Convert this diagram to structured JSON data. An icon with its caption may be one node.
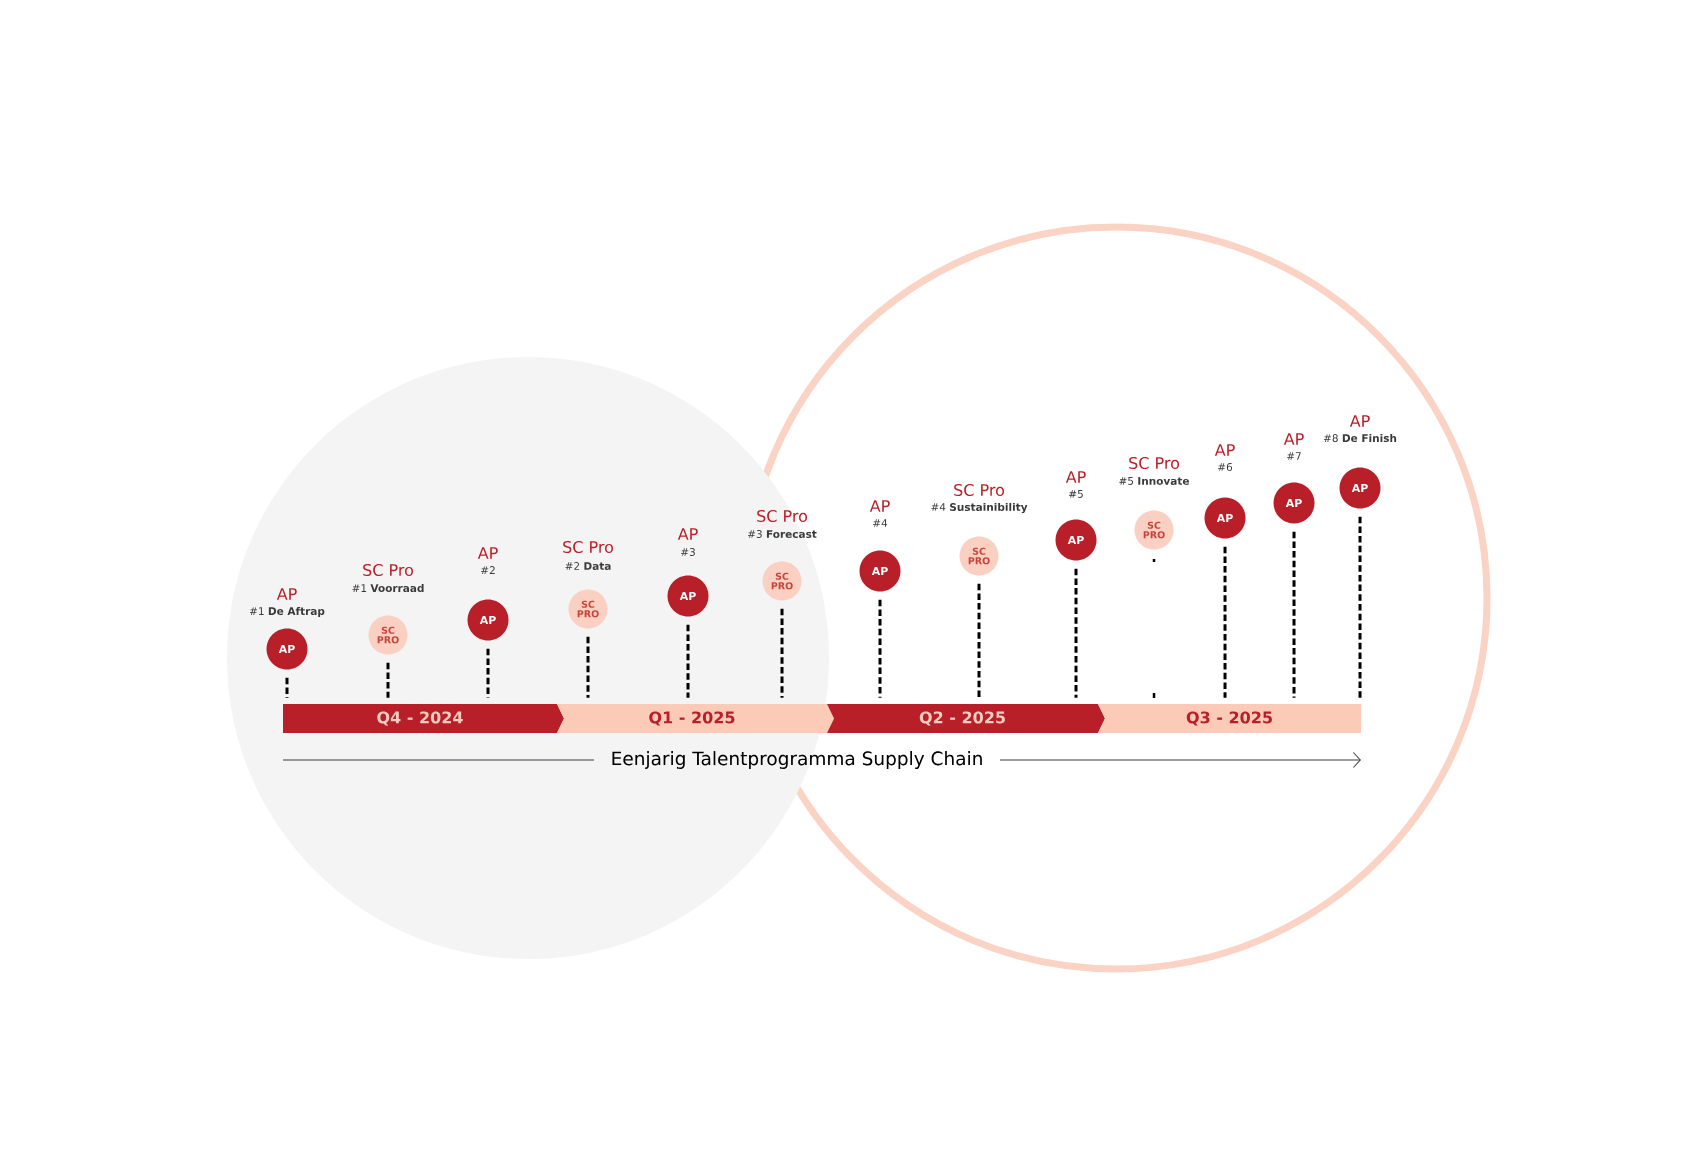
{
  "diagram": {
    "nodes": [
      {
        "text": [
          "AP"
        ],
        "beside": [
          "AP",
          "#1 **De Aftrap**"
        ]
      },
      {
        "text": [
          "SC PRO"
        ],
        "beside": [
          "SC Pro",
          "#1 **Voorraad**"
        ]
      },
      {
        "text": [
          "AP"
        ],
        "beside": [
          "AP",
          "#2"
        ]
      },
      {
        "text": [
          "SC PRO"
        ],
        "beside": [
          "SC Pro",
          "#2 **Data**"
        ]
      },
      {
        "text": [
          "AP"
        ],
        "beside": [
          "AP",
          "#3"
        ]
      },
      {
        "text": [
          "SC PRO"
        ],
        "beside": [
          "SC Pro",
          "#3 **Forecast**"
        ]
      },
      {
        "text": [
          "AP"
        ],
        "beside": [
          "AP",
          "#4"
        ]
      },
      {
        "text": [
          "SC PRO"
        ],
        "beside": [
          "SC Pro",
          "#4 **Sustainibility**"
        ]
      },
      {
        "text": [
          "AP"
        ],
        "beside": [
          "AP",
          "#5"
        ]
      },
      {
        "text": [
          "SC PRO"
        ],
        "beside": [
          "SC Pro",
          "#5 **Innovate**"
        ]
      },
      {
        "text": [
          "AP"
        ],
        "beside": [
          "AP",
          "#6"
        ]
      },
      {
        "text": [
          "AP"
        ],
        "beside": [
          "AP",
          "#7"
        ]
      },
      {
        "text": [
          "AP"
        ],
        "beside": [
          "AP",
          "#8 **De Finish**"
        ]
      },
      {
        "text": [
          "Q4 - 2024"
        ]
      },
      {
        "text": [
          "Q1 - 2025"
        ]
      },
      {
        "text": [
          "Q2 - 2025"
        ]
      },
      {
        "text": [
          "Q3 - 2025"
        ]
      }
    ],
    "edges": [
      {
        "from": 0,
        "to": 13,
        "arrow": "none",
        "style": "dashed"
      },
      {
        "from": 1,
        "to": 13,
        "arrow": "none",
        "style": "dashed"
      },
      {
        "from": 2,
        "to": 13,
        "arrow": "none",
        "style": "dashed"
      },
      {
        "from": 3,
        "to": 14,
        "arrow": "none",
        "style": "dashed"
      },
      {
        "from": 4,
        "to": 14,
        "arrow": "none",
        "style": "dashed"
      },
      {
        "from": 5,
        "to": 14,
        "arrow": "none",
        "style": "dashed"
      },
      {
        "from": 6,
        "to": 15,
        "arrow": "none",
        "style": "dashed"
      },
      {
        "from": 7,
        "to": 15,
        "arrow": "none",
        "style": "dashed"
      },
      {
        "from": 8,
        "to": 15,
        "arrow": "none",
        "style": "dashed"
      },
      {
        "from": 10,
        "to": 16,
        "arrow": "none",
        "style": "dashed"
      },
      {
        "from": 11,
        "to": 16,
        "arrow": "none",
        "style": "dashed"
      },
      {
        "from": 12,
        "to": 16,
        "arrow": "none",
        "style": "dashed"
      }
    ],
    "labels": [
      "Eenjarig Talentprogramma Supply Chain"
    ]
  }
}
